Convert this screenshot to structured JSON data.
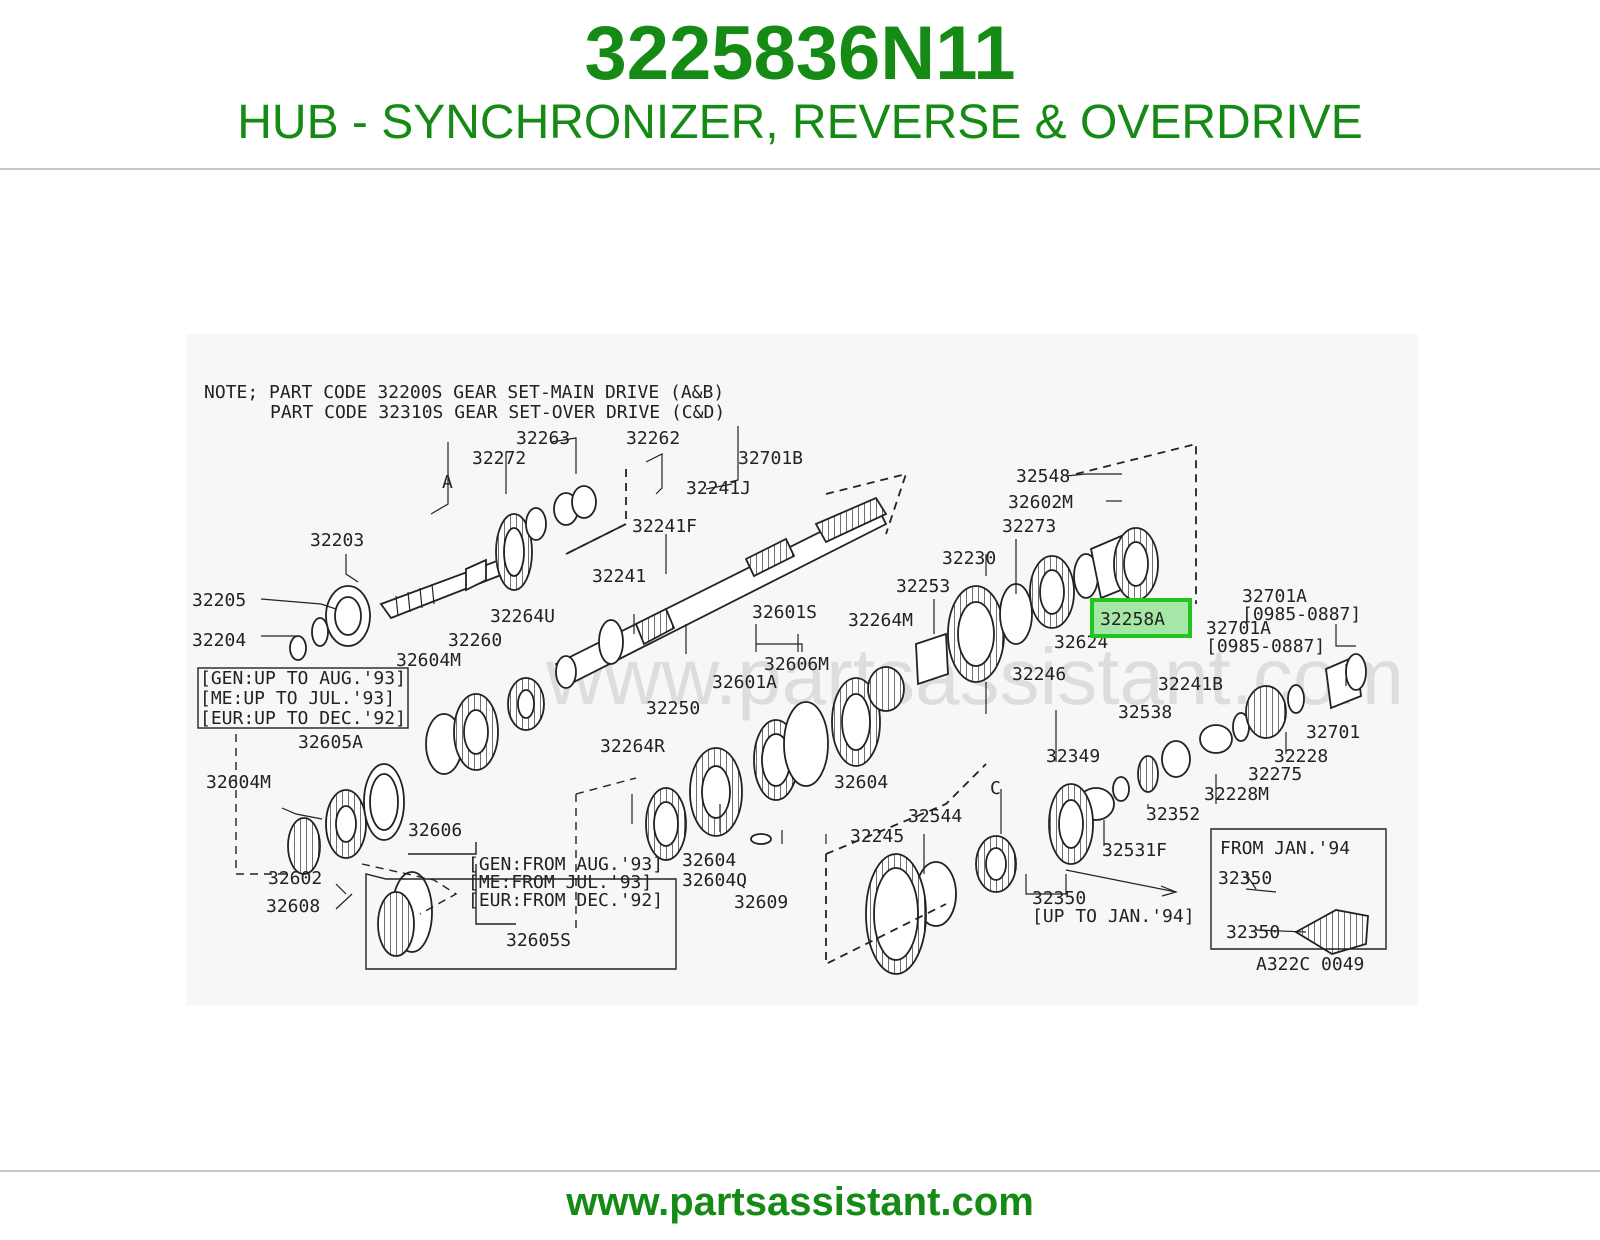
{
  "header": {
    "part_number": "3225836N11",
    "part_name": "HUB - SYNCHRONIZER, REVERSE & OVERDRIVE"
  },
  "diagram": {
    "note_line1": "NOTE; PART CODE 32200S GEAR SET-MAIN DRIVE (A&B)",
    "note_line2": "PART CODE 32310S GEAR SET-OVER DRIVE (C&D)",
    "highlighted_part": "32258A",
    "highlight_color": "#22c422",
    "watermark": "www.partsassistant.com",
    "figure_code": "A322C 0049",
    "letters": [
      "A",
      "C"
    ],
    "bracket_gen_up": [
      "[GEN:UP TO AUG.'93]",
      "[ME:UP TO JUL.'93]",
      "[EUR:UP TO DEC.'92]"
    ],
    "bracket_gen_from": [
      "[GEN:FROM AUG.'93]",
      "[ME:FROM JUL.'93]",
      "[EUR:FROM DEC.'92]"
    ],
    "from_jan": "FROM JAN.'94",
    "up_to_jan": "[UP TO JAN.'94]",
    "date_range_1": "[0985-0887]",
    "date_range_2": "[0985-0887]",
    "labels": [
      "32263",
      "32262",
      "32272",
      "32701B",
      "32241J",
      "32241F",
      "32203",
      "32241",
      "32205",
      "32204",
      "32264U",
      "32260",
      "32604M",
      "32605A",
      "32604M",
      "32606",
      "32602",
      "32608",
      "32605S",
      "32601S",
      "32606M",
      "32601A",
      "32250",
      "32264R",
      "32604",
      "32604Q",
      "32609",
      "32604",
      "32264M",
      "32253",
      "32230",
      "32273",
      "32548",
      "32602M",
      "32624",
      "32246",
      "32701A",
      "32701A",
      "32241B",
      "32538",
      "32228",
      "32701",
      "32275",
      "32228M",
      "32352",
      "32349",
      "32531F",
      "32544",
      "32245",
      "32350",
      "32350",
      "32350"
    ]
  },
  "footer": {
    "url": "www.partsassistant.com"
  }
}
